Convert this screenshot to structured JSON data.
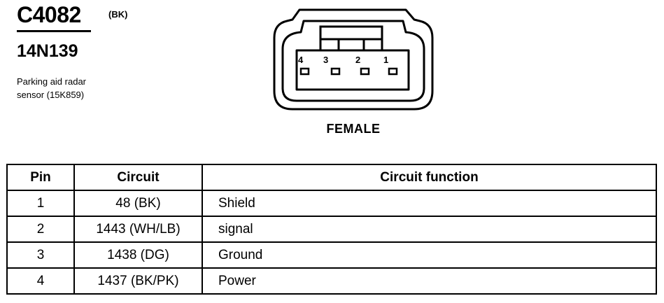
{
  "connector": {
    "id": "C4082",
    "color": "(BK)",
    "part_number": "14N139",
    "description_line1": "Parking aid radar",
    "description_line2": "sensor (15K859)",
    "view": "FEMALE",
    "cavity_labels": [
      "4",
      "3",
      "2",
      "1"
    ]
  },
  "table": {
    "headers": {
      "pin": "Pin",
      "circuit": "Circuit",
      "function": "Circuit function"
    },
    "rows": [
      {
        "pin": "1",
        "circuit": "48 (BK)",
        "function": "Shield"
      },
      {
        "pin": "2",
        "circuit": "1443 (WH/LB)",
        "function": "signal"
      },
      {
        "pin": "3",
        "circuit": "1438 (DG)",
        "function": "Ground"
      },
      {
        "pin": "4",
        "circuit": "1437 (BK/PK)",
        "function": "Power"
      }
    ]
  }
}
